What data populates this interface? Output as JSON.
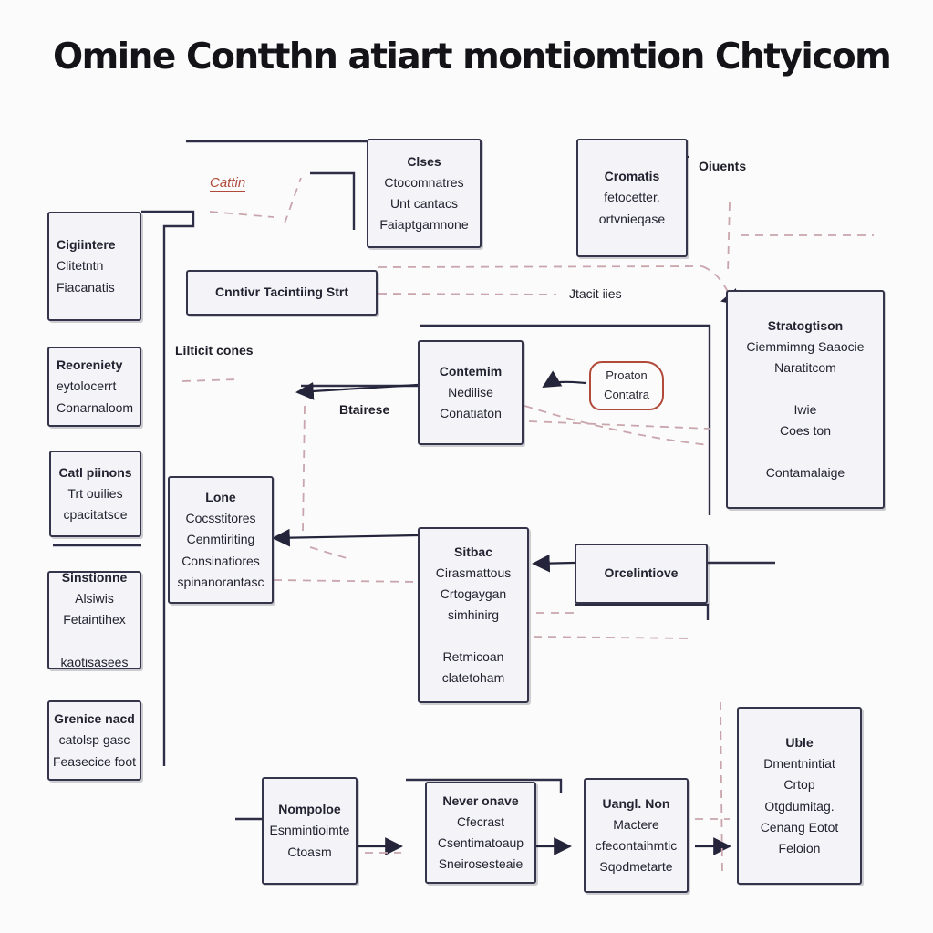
{
  "title": "Omine  Contthn atiart montiomtion Chtyicom",
  "colors": {
    "ink": "#34344a",
    "accent": "#b04a3a",
    "dashed": "#c9a6ad"
  },
  "note": "Cattin",
  "labels": {
    "uients": "Oiuents",
    "sinrt_ties": "Jtacit iies",
    "listie_cones": "Lilticit cones",
    "btatrese": "Btairese"
  },
  "boxes": {
    "clses": {
      "lines": [
        "Clses",
        "Ctocomnatres",
        "Unt cantacs",
        "Faiaptgamnone"
      ]
    },
    "cromasis": {
      "lines": [
        "Cromatis",
        "fetocetter.",
        "ortvnieqase"
      ]
    },
    "gigintere": {
      "lines": [
        "Cigiintere",
        "Clitetntn",
        "Fiacanatis"
      ]
    },
    "cuntiver": {
      "lines": [
        "Cnntivr Tacintiing Strt"
      ]
    },
    "stategtison": {
      "lines": [
        "Stratogtison",
        "Ciemmimng Saaocie",
        "Naratitcom",
        "",
        "Iwie",
        "Coes ton",
        "",
        "Contamalaige"
      ]
    },
    "reoretiety": {
      "lines": [
        "Reoreniety",
        "eytolocerrt",
        "Conarnaloom"
      ]
    },
    "contemim": {
      "lines": [
        "Contemim",
        "Nedilise",
        "Conatiaton"
      ]
    },
    "prouton": {
      "lines": [
        "Proaton",
        "Contatra"
      ]
    },
    "catpitione": {
      "lines": [
        "Catl piinons",
        "Trt ouilies",
        "cpacitatsce"
      ]
    },
    "lone": {
      "lines": [
        "Lone",
        "Cocsstitores",
        "Cenmtiriting",
        "Consinatiores",
        "spinanorantasc"
      ]
    },
    "stbac": {
      "lines": [
        "Sitbac",
        "Cirasmattous",
        "Crtogaygan",
        "simhinirg",
        "",
        "Retmicoan",
        "clatetoham"
      ]
    },
    "orcelinove": {
      "lines": [
        "Orcelintiove"
      ]
    },
    "sinstione": {
      "lines": [
        "Sinstionne",
        "Alsiwis",
        "Fetaintihex",
        "",
        "kaotisasees"
      ]
    },
    "greniceruod": {
      "lines": [
        "Grenice nacd",
        "catolsp gasc",
        "Feasecice foot"
      ]
    },
    "nompoloe": {
      "lines": [
        "Nompoloe",
        "Esnmintioimte",
        "Ctoasm"
      ]
    },
    "neveronave": {
      "lines": [
        "Never onave",
        "Cfecrast",
        "Csentimatoaup",
        "Sneirosesteaie"
      ]
    },
    "ungjnon": {
      "lines": [
        "Uangl. Non",
        "Mactere",
        "cfecontaihmtic",
        "Sqodmetarte"
      ]
    },
    "uble": {
      "lines": [
        "Uble",
        "Dmentnintiat",
        "Crtop",
        "Otgdumitag.",
        "Cenang Eotot",
        "Feloion"
      ]
    }
  }
}
